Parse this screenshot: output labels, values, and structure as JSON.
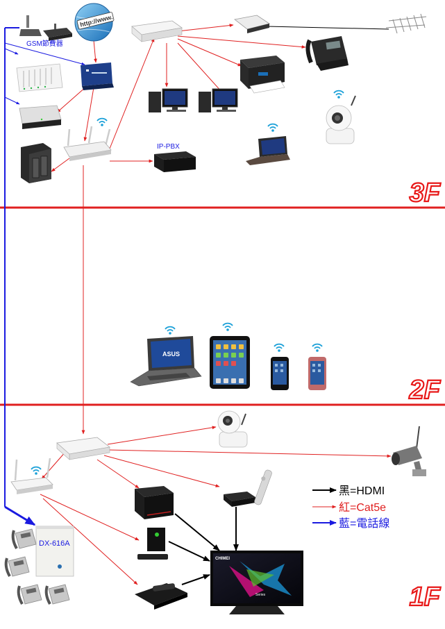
{
  "labels": {
    "gsm": "GSM節費器",
    "ippbx": "IP-PBX",
    "pbx": "DX-616A",
    "floor3": "3F",
    "floor2": "2F",
    "floor1": "1F",
    "tv_brand": "CHIMEI",
    "tv_series": "Series",
    "laptop_brand": "ASUS",
    "url_text": "http://www."
  },
  "legend": {
    "black": "黑=HDMI",
    "red": "紅=Cat5e",
    "blue": "藍=電話線"
  },
  "colors": {
    "red_line": "#e02020",
    "blue_line": "#2020e0",
    "black_line": "#000000",
    "floor_divider": "#e02020",
    "floor_text": "#e81818",
    "wifi": "#1aa0d8",
    "legend_blue": "#1a1ae0",
    "legend_red": "#e02020"
  }
}
